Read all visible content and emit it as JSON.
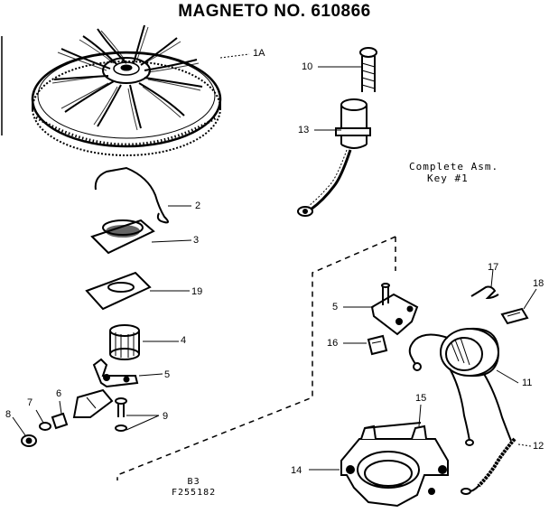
{
  "title": "MAGNETO NO. 610866",
  "note": {
    "line1": "Complete Asm.",
    "line2": "Key #1"
  },
  "diagram_code": {
    "line1": "B3",
    "line2": "F255182"
  },
  "callouts": {
    "c1a": "1A",
    "c2": "2",
    "c3": "3",
    "c19": "19",
    "c4": "4",
    "c5_left": "5",
    "c9": "9",
    "c6": "6",
    "c7": "7",
    "c8": "8",
    "c10": "10",
    "c13": "13",
    "c5_right": "5",
    "c16": "16",
    "c17": "17",
    "c18": "18",
    "c11": "11",
    "c15": "15",
    "c12": "12",
    "c14": "14"
  }
}
